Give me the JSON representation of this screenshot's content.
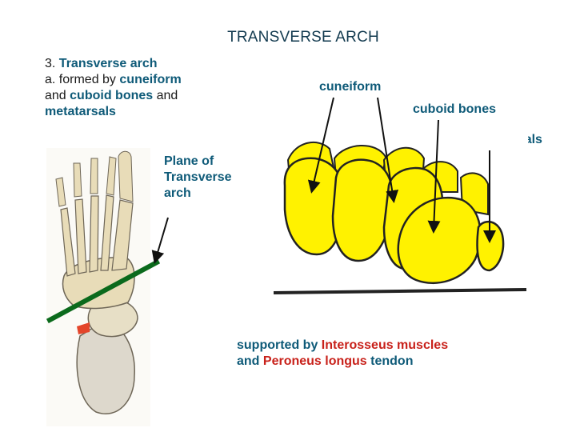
{
  "title": "TRANSVERSE ARCH",
  "intro": {
    "num": "3.",
    "heading": "Transverse arch",
    "line2_prefix": "a. formed by",
    "cuneiform": "cuneiform",
    "and1": "and",
    "cuboid": "cuboid bones",
    "and2": "and",
    "metatarsals": "metatarsals"
  },
  "labels": {
    "cuneiform": "cuneiform",
    "cuboid": "cuboid bones",
    "metatarsals": "metatarsals",
    "plane": "Plane of Transverse arch"
  },
  "support": {
    "prefix": "supported by",
    "interosseus": "Interosseus muscles",
    "and": "and",
    "peroneus": "Peroneus longus",
    "suffix": "tendon"
  },
  "colors": {
    "bone_yellow": "#fff200",
    "foot_bone": "#e8dcb8",
    "plane_line": "#0b6a1c",
    "label_blue": "#0e5a78",
    "label_red": "#c8211a"
  }
}
